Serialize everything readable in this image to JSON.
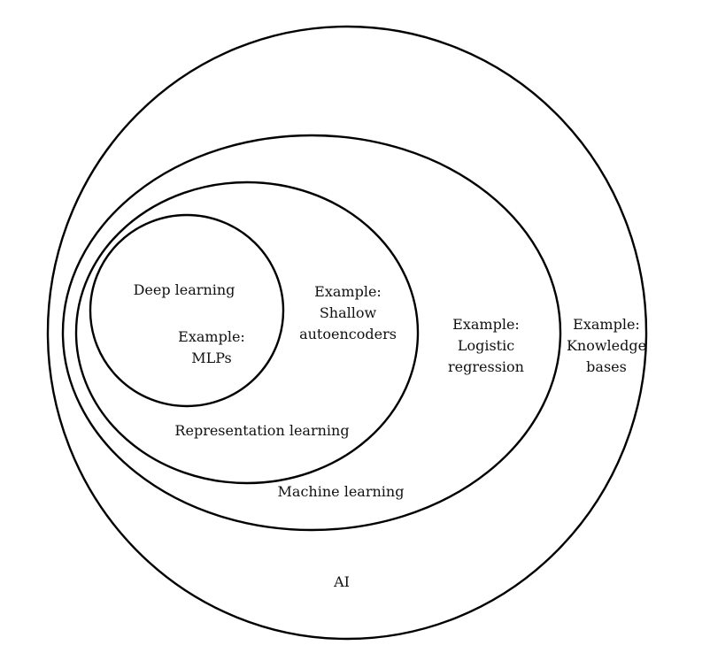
{
  "diagram": {
    "sets": {
      "ai": {
        "label": "AI",
        "example": [
          "Example:",
          "Knowledge",
          "bases"
        ]
      },
      "machine_learning": {
        "label": "Machine learning",
        "example": [
          "Example:",
          "Logistic",
          "regression"
        ]
      },
      "representation_learning": {
        "label": "Representation learning",
        "example": [
          "Example:",
          "Shallow",
          "autoencoders"
        ]
      },
      "deep_learning": {
        "label": "Deep learning",
        "example": [
          "Example:",
          "MLPs"
        ]
      }
    }
  }
}
